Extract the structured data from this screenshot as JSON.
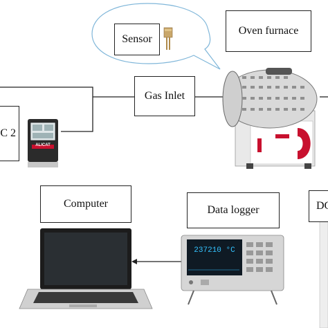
{
  "labels": {
    "sensor": "Sensor",
    "oven": "Oven furnace",
    "gas_inlet": "Gas Inlet",
    "mfc2": "C 2",
    "computer": "Computer",
    "data_logger": "Data logger",
    "dc": "DC"
  },
  "device_text": {
    "mfc_brand": "ALICAT",
    "logger_reading": "237210 °C"
  },
  "colors": {
    "line": "#222222",
    "callout_border": "#7fb6d9",
    "furnace_red": "#c8102e",
    "screen": "#0f1a24",
    "screen_text": "#34c3ff"
  }
}
